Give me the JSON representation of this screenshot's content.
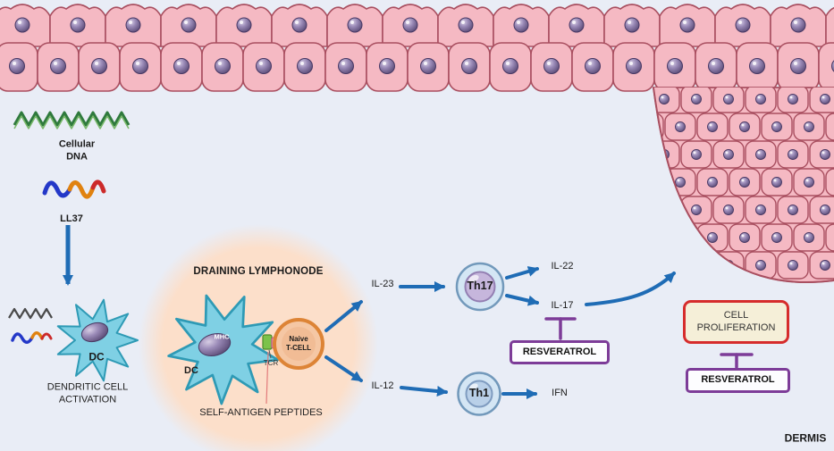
{
  "labels": {
    "cellular_dna": "Cellular\nDNA",
    "ll37": "LL37",
    "dendritic_cell_activation": "DENDRITIC CELL\nACTIVATION",
    "dc_left": "DC",
    "draining_lymphonode": "DRAINING LYMPHONODE",
    "dc_center": "DC",
    "mhc": "MHC",
    "tcr": "TCR",
    "naive_t_cell": "Naive\nT-CELL",
    "self_antigen_peptides": "SELF-ANTIGEN PEPTIDES",
    "il23": "IL-23",
    "il12": "IL-12",
    "il22": "IL-22",
    "il17": "IL-17",
    "ifn": "IFN",
    "th17": "Th17",
    "th1": "Th1",
    "resveratrol_left": "RESVERATROL",
    "resveratrol_right": "RESVERATROL",
    "cell_proliferation": "CELL\nPROLIFERATION",
    "dermis": "DERMIS"
  },
  "colors": {
    "background": "#e9edf6",
    "epidermis_cell_fill": "#f5b9c3",
    "epidermis_cell_stroke": "#a94f60",
    "nucleus_purple": "#6a5a88",
    "arrow_blue": "#1f6cb5",
    "inhibitor_purple": "#7d3c98",
    "proliferation_border_red": "#d62c2c",
    "lymph_node_fill": "#fcdfca",
    "dendritic_cell_fill": "#7fd0e4",
    "dna_green": "#2f7a3d"
  }
}
